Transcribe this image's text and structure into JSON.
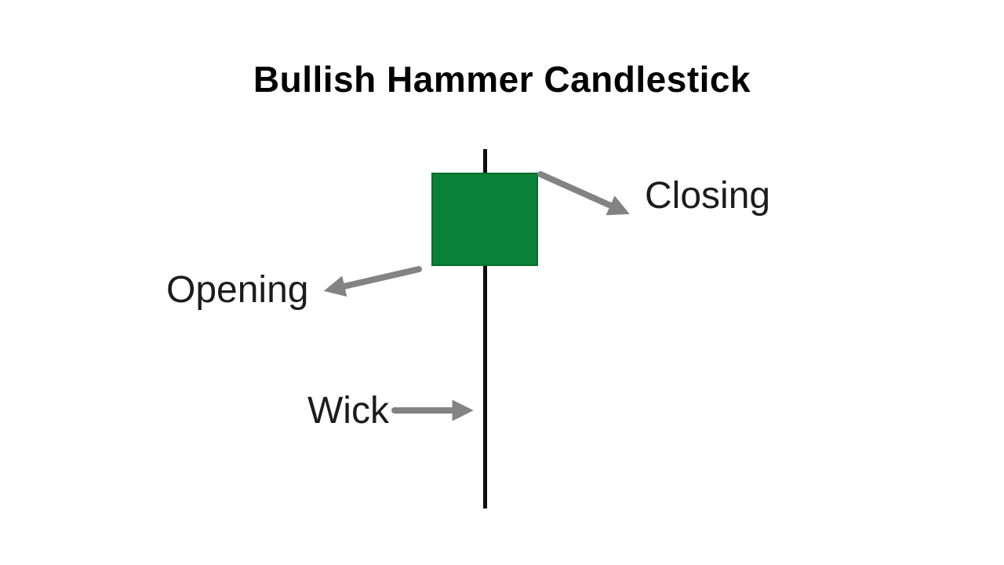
{
  "title": "Bullish Hammer Candlestick",
  "diagram": {
    "type": "candlestick-annotation",
    "candle_direction": "bullish",
    "pattern": "hammer"
  },
  "labels": {
    "closing": "Closing",
    "opening": "Opening",
    "wick": "Wick"
  },
  "colors": {
    "candle_body": "#0a8138",
    "candle_border": "#046e2e",
    "wick_black": "#0d0d0d",
    "arrow_gray": "#838383",
    "label_text": "#1c1c1c",
    "title_text": "#000000",
    "background": "#ffffff"
  }
}
